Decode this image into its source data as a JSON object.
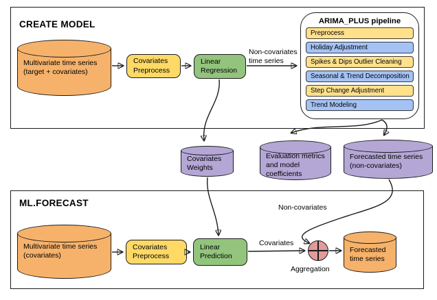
{
  "colors": {
    "source_fill": "#F6B26B",
    "process_fill": "#FFD966",
    "model_fill": "#93C47D",
    "artifact_fill": "#B4A7D6",
    "step_yellow": "#FFE18C",
    "step_blue": "#A4C2F4",
    "aggregation_fill": "#E29A9A",
    "outline": "#1A1A1A"
  },
  "create_model": {
    "title": "CREATE MODEL",
    "source_db": [
      "Multivariate time series",
      "(target + covariates)"
    ],
    "preprocess_box": [
      "Covariates",
      "Preprocess"
    ],
    "regression_box": [
      "Linear",
      "Regression"
    ],
    "edge_label": [
      "Non-covariates",
      "time series"
    ],
    "pipeline": {
      "title": "ARIMA_PLUS pipeline",
      "steps": [
        {
          "label": "Preprocess",
          "color": "#FFE18C"
        },
        {
          "label": "Holiday Adjustment",
          "color": "#A4C2F4"
        },
        {
          "label": "Spikes & Dips Outlier Cleaning",
          "color": "#FFE18C"
        },
        {
          "label": "Seasonal & Trend Decomposition",
          "color": "#A4C2F4"
        },
        {
          "label": "Step Change Adjustment",
          "color": "#FFE18C"
        },
        {
          "label": "Trend Modeling",
          "color": "#A4C2F4"
        }
      ]
    }
  },
  "outputs": {
    "covariates_weights": [
      "Covariates",
      "Weights"
    ],
    "evaluation": [
      "Evaluation metrics",
      "and model",
      "coefficients"
    ],
    "forecast_noncovariates": [
      "Forecasted time series",
      "(non-covariates)"
    ]
  },
  "ml_forecast": {
    "title": "ML.FORECAST",
    "source_db": [
      "Multivariate time series",
      "(covariates)"
    ],
    "preprocess_box": [
      "Covariates",
      "Preprocess"
    ],
    "prediction_box": [
      "Linear",
      "Prediction"
    ],
    "covariates_label": "Covariates",
    "noncovariates_label": "Non-covariates",
    "aggregation_label": "Aggregation",
    "forecast_db": [
      "Forecasted",
      "time series"
    ]
  }
}
